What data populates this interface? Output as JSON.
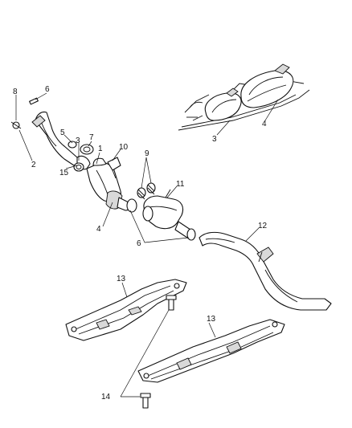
{
  "diagram": {
    "labels": {
      "l1": "1",
      "l2": "2",
      "l3": "3",
      "l3b": "3",
      "l4": "4",
      "l4b": "4",
      "l5": "5",
      "l6": "6",
      "l6b": "6",
      "l7": "7",
      "l8": "8",
      "l9": "9",
      "l10": "10",
      "l11": "11",
      "l12": "12",
      "l13": "13",
      "l13b": "13",
      "l14": "14",
      "l15": "15"
    }
  }
}
